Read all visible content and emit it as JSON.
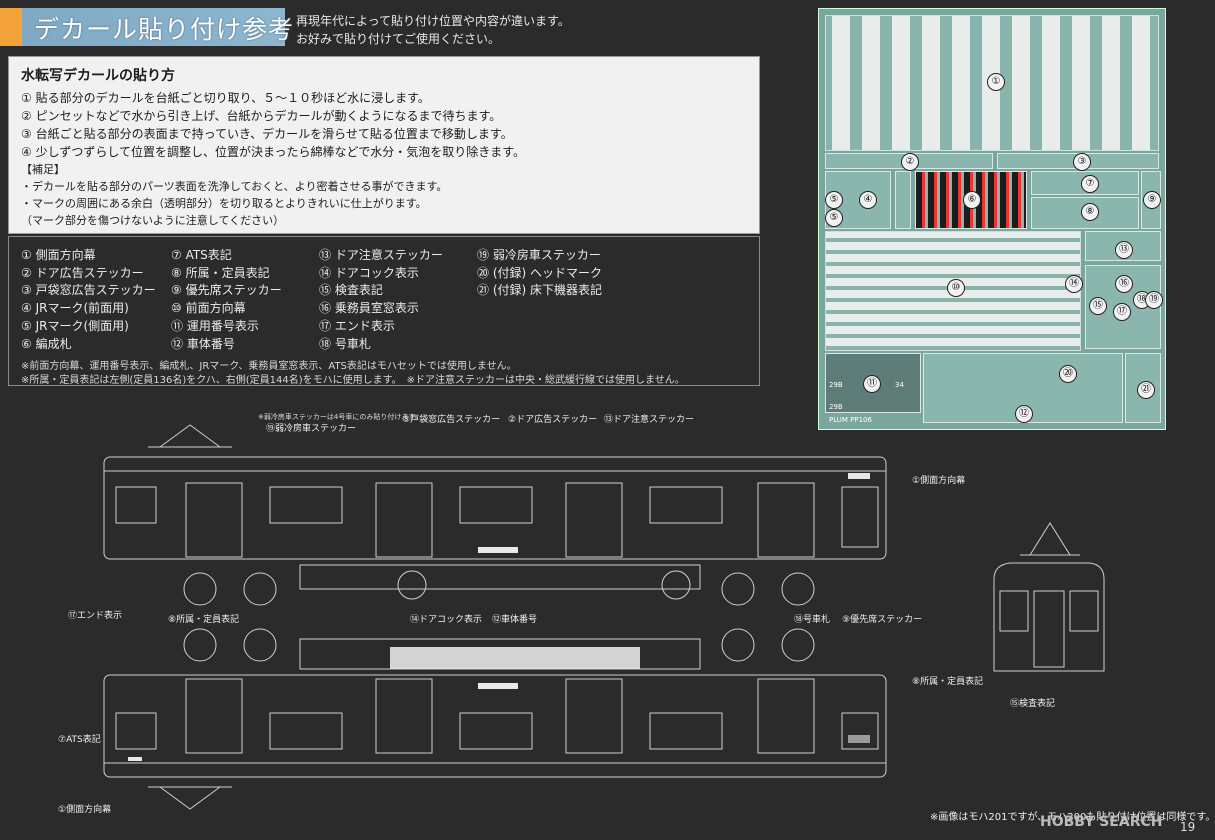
{
  "header": {
    "title": "デカール貼り付け参考",
    "note_lines": [
      "再現年代によって貼り付け位置や内容が違います。",
      "お好みで貼り付けてご使用ください。"
    ]
  },
  "instructions": {
    "heading": "水転写デカールの貼り方",
    "steps": [
      "① 貼る部分のデカールを台紙ごと切り取り、５～１０秒ほど水に浸します。",
      "② ピンセットなどで水から引き上げ、台紙からデカールが動くようになるまで待ちます。",
      "③ 台紙ごと貼る部分の表面まで持っていき、デカールを滑らせて貼る位置まで移動します。",
      "④ 少しずつずらして位置を調整し、位置が決まったら綿棒などで水分・気泡を取り除きます。"
    ],
    "supplement_title": "【補足】",
    "supplement": [
      "・デカールを貼る部分のパーツ表面を洗浄しておくと、より密着させる事ができます。",
      "・マークの周囲にある余白（透明部分）を切り取るとよりきれいに仕上がります。",
      "（マーク部分を傷つけないように注意してください）"
    ]
  },
  "legend": {
    "col1": [
      "① 側面方向幕",
      "② ドア広告ステッカー",
      "③ 戸袋窓広告ステッカー",
      "④ JRマーク(前面用)",
      "⑤ JRマーク(側面用)",
      "⑥ 編成札"
    ],
    "col2": [
      "⑦ ATS表記",
      "⑧ 所属・定員表記",
      "⑨ 優先席ステッカー",
      "⑩ 前面方向幕",
      "⑪ 運用番号表示",
      "⑫ 車体番号"
    ],
    "col3": [
      "⑬ ドア注意ステッカー",
      "⑭ ドアコック表示",
      "⑮ 検査表記",
      "⑯ 乗務員室窓表示",
      "⑰ エンド表示",
      "⑱ 号車札"
    ],
    "col4": [
      "⑲ 弱冷房車ステッカー",
      "⑳ (付録) ヘッドマーク",
      "㉑ (付録) 床下機器表記"
    ],
    "notes": [
      "※前面方向幕、運用番号表示、編成札、JRマーク、乗務員室窓表示、ATS表記はモハセットでは使用しません。",
      "※所属・定員表記は左側(定員136名)をクハ、右側(定員144名)をモハに使用します。　※ドア注意ステッカーは中央・総武緩行線では使用しません。"
    ]
  },
  "sheet": {
    "numbers": [
      "①",
      "②",
      "③",
      "④",
      "⑤",
      "⑥",
      "⑦",
      "⑧",
      "⑨",
      "⑩",
      "⑪",
      "⑫",
      "⑬",
      "⑭",
      "⑮",
      "⑯",
      "⑰",
      "⑱",
      "⑲",
      "⑳",
      "㉑",
      "⑤"
    ],
    "brand": "PLUM PP106",
    "op_numbers": [
      "29B",
      "29B",
      "34"
    ]
  },
  "drawing": {
    "labels_top": {
      "note": "※弱冷房車ステッカーは4号車にのみ貼り付けます。",
      "l19": "⑲弱冷房車ステッカー",
      "l3": "③戸袋窓広告ステッカー",
      "l2": "②ドア広告ステッカー",
      "l13": "⑬ドア注意ステッカー",
      "l1a": "①側面方向幕"
    },
    "labels_mid": {
      "l17": "⑰エンド表示",
      "l8a": "⑧所属・定員表記",
      "l14": "⑭ドアコック表示",
      "l12": "⑫車体番号",
      "l18": "⑱号車札",
      "l9": "⑨優先席ステッカー"
    },
    "labels_bottom": {
      "l8b": "⑧所属・定員表記",
      "l7": "⑦ATS表記",
      "l15": "⑮検査表記",
      "l1b": "①側面方向幕"
    }
  },
  "footer": {
    "note": "※画像はモハ201ですが、モハ200も貼り付け位置は同様です。",
    "watermark": "HOBBY SEARCH",
    "page": "19"
  },
  "colors": {
    "accent": "#f3a23a",
    "banner": "#8fb6cf",
    "sheet": "#7aa69e"
  }
}
